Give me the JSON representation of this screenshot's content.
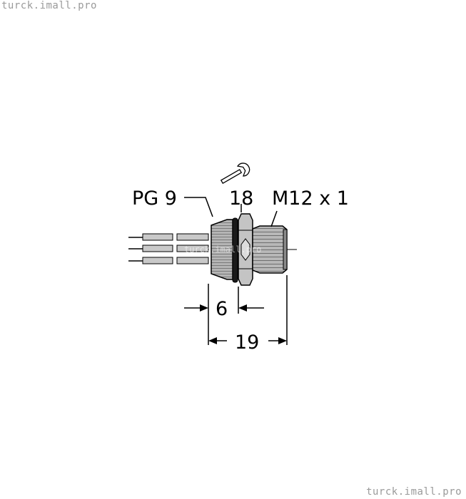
{
  "watermark": {
    "top": "turck.imall.pro",
    "bottom": "turck.imall.pro",
    "overlay": "turck.imall.pro"
  },
  "labels": {
    "thread_left": "PG 9",
    "wrench_size": "18",
    "thread_right": "M12 x 1",
    "dim_small": "6",
    "dim_total": "19"
  },
  "icons": {
    "wrench": "wrench-icon"
  }
}
